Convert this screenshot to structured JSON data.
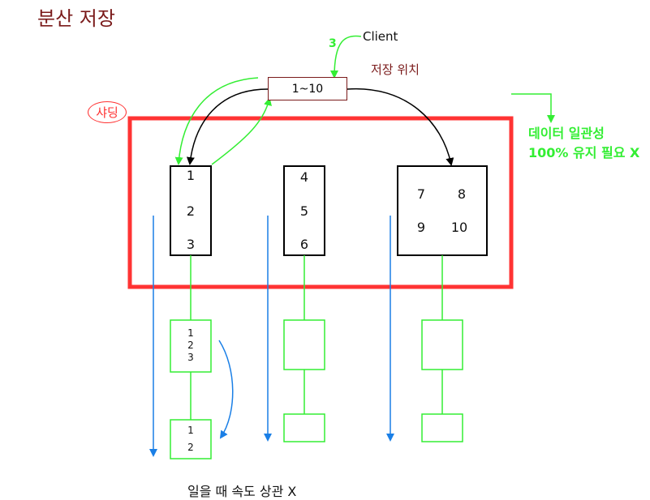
{
  "title": "분산 저장",
  "client": {
    "label": "Client",
    "step": "3",
    "location_label": "저장 위치",
    "range": "1~10"
  },
  "sharding_badge": "샤딩",
  "note": [
    "데이터 일관성",
    "100% 유지 필요 X"
  ],
  "shards": [
    {
      "values": [
        "1",
        "2",
        "3"
      ]
    },
    {
      "values": [
        "4",
        "5",
        "6"
      ]
    },
    {
      "values": [
        "7",
        "8",
        "9",
        "10"
      ]
    }
  ],
  "replica": {
    "first": [
      "1",
      "2",
      "3"
    ],
    "second": [
      "1",
      "2"
    ]
  },
  "footer": "일을 때 속도 상관 X",
  "colors": {
    "sharding_frame": "#ff3333",
    "replication_link": "#33ee33",
    "read_arrow": "#1a7fe6",
    "title": "#7a1a1a"
  }
}
